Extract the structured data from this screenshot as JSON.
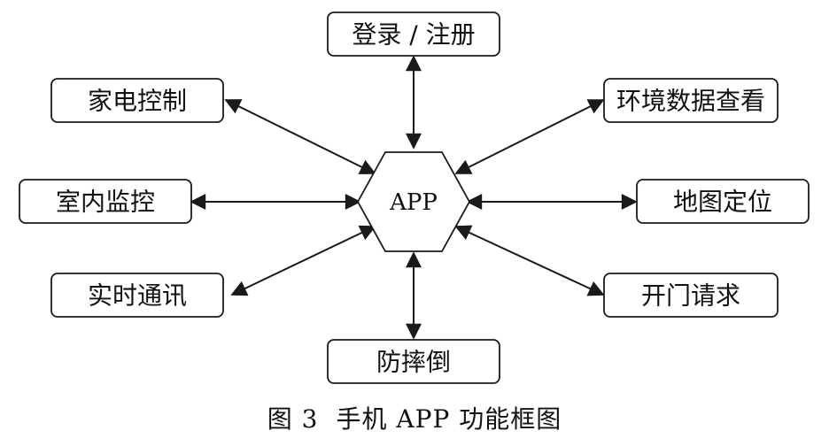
{
  "diagram": {
    "hub_label": "APP",
    "nodes": [
      {
        "id": "login",
        "label": "登录 / 注册"
      },
      {
        "id": "appliance",
        "label": "家电控制"
      },
      {
        "id": "env",
        "label": "环境数据查看"
      },
      {
        "id": "indoor",
        "label": "室内监控"
      },
      {
        "id": "location",
        "label": "地图定位"
      },
      {
        "id": "comm",
        "label": "实时通讯"
      },
      {
        "id": "door",
        "label": "开门请求"
      },
      {
        "id": "fall",
        "label": "防摔倒"
      }
    ],
    "edges": [
      {
        "from": "app",
        "to": "login",
        "bidirectional": true
      },
      {
        "from": "app",
        "to": "appliance",
        "bidirectional": true
      },
      {
        "from": "app",
        "to": "env",
        "bidirectional": true
      },
      {
        "from": "app",
        "to": "indoor",
        "bidirectional": true
      },
      {
        "from": "app",
        "to": "location",
        "bidirectional": true
      },
      {
        "from": "app",
        "to": "comm",
        "bidirectional": true
      },
      {
        "from": "app",
        "to": "door",
        "bidirectional": true
      },
      {
        "from": "app",
        "to": "fall",
        "bidirectional": true
      }
    ]
  },
  "caption": {
    "figure_number": "图 3",
    "title": "手机 APP 功能框图"
  }
}
